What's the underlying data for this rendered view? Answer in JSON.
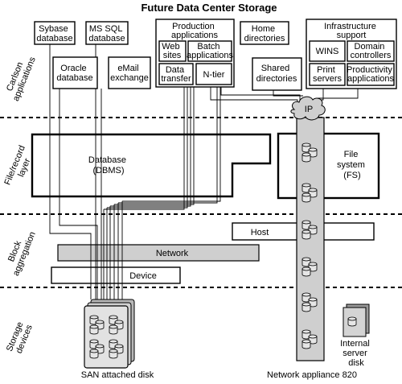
{
  "title": "Future Data Center Storage",
  "layers": {
    "apps": [
      "Carlson",
      "applications"
    ],
    "file": [
      "File/record",
      "layer"
    ],
    "block": [
      "Block",
      "aggregation"
    ],
    "devices": [
      "Storage",
      "devices"
    ]
  },
  "apps": {
    "sybase": [
      "Sybase",
      "database"
    ],
    "mssql": [
      "MS SQL",
      "database"
    ],
    "oracle": [
      "Oracle",
      "database"
    ],
    "email": [
      "eMail",
      "exchange"
    ],
    "production": {
      "title": [
        "Production",
        "applications"
      ],
      "web": [
        "Web",
        "sites"
      ],
      "batch": [
        "Batch",
        "applications"
      ],
      "transfer": [
        "Data",
        "transfer"
      ],
      "ntier": "N-tier"
    },
    "home": [
      "Home",
      "directories"
    ],
    "shared": [
      "Shared",
      "directories"
    ],
    "infra": {
      "title": [
        "Infrastructure",
        "support"
      ],
      "wins": "WINS",
      "dc": [
        "Domain",
        "controllers"
      ],
      "print": [
        "Print",
        "servers"
      ],
      "prod": [
        "Productivity",
        "applications"
      ]
    }
  },
  "ip": "IP",
  "file_layer": {
    "dbms": [
      "Database",
      "(DBMS)"
    ],
    "fs": [
      "File",
      "system",
      "(FS)"
    ]
  },
  "block_layer": {
    "host": "Host",
    "network": "Network",
    "device": "Device"
  },
  "storage": {
    "san": "SAN attached disk",
    "appliance": "Network appliance 820",
    "internal": [
      "Internal",
      "server",
      "disk"
    ]
  }
}
